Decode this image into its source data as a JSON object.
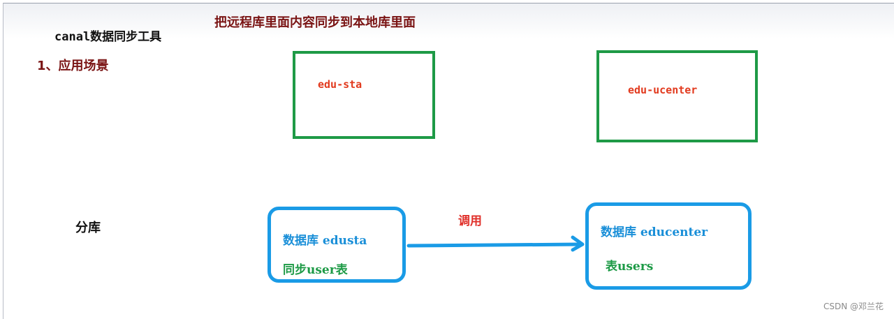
{
  "title": "canal数据同步工具",
  "heading": "把远程库里面内容同步到本地库里面",
  "section": "1、应用场景",
  "split_label": "分库",
  "service_a": {
    "name": "edu-sta"
  },
  "service_b": {
    "name": "edu-ucenter"
  },
  "db_a": {
    "line1": "数据库 edusta",
    "line2": "同步user表"
  },
  "db_b": {
    "line1": "数据库 educenter",
    "line2": "表users"
  },
  "call_label": "调用",
  "watermark": "CSDN @邓兰花",
  "colors": {
    "heading_red": "#7a1414",
    "green_box": "#1e9a46",
    "blue_box": "#1a9be6",
    "label_red": "#e23a1e",
    "blue_text": "#1a8fd8",
    "green_text": "#1d9a46"
  }
}
